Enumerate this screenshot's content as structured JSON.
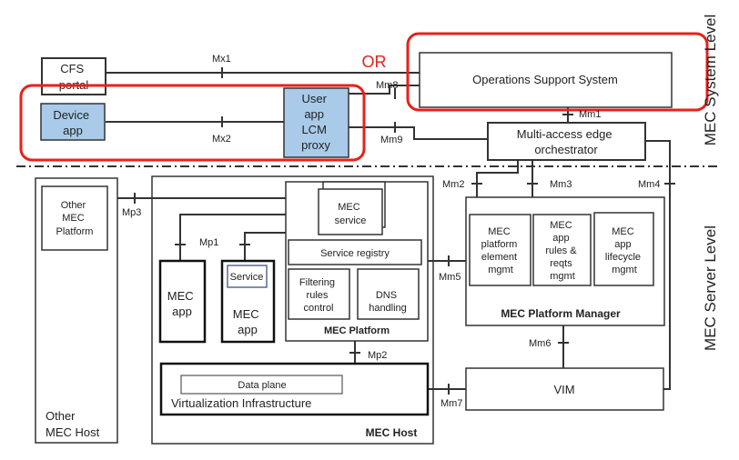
{
  "labels": {
    "cfs_portal": [
      "CFS",
      "portal"
    ],
    "device_app": [
      "Device",
      "app"
    ],
    "user_app_lcm_proxy": [
      "User",
      "app",
      "LCM",
      "proxy"
    ],
    "oss": "Operations Support System",
    "or_label": "OR",
    "meo": [
      "Multi-access edge",
      "orchestrator"
    ],
    "other_mec_platform": [
      "Other",
      "MEC",
      "Platform"
    ],
    "mec_service": [
      "MEC",
      "service"
    ],
    "service_registry": "Service registry",
    "filtering_rules_control": [
      "Filtering",
      "rules",
      "control"
    ],
    "dns_handling": [
      "DNS",
      "handling"
    ],
    "mec_platform": "MEC Platform",
    "mec_app_left": [
      "MEC",
      "app"
    ],
    "service": "Service",
    "mec_app_right": [
      "MEC",
      "app"
    ],
    "data_plane": "Data plane",
    "virtualization_infrastructure": "Virtualization Infrastructure",
    "mec_host": "MEC Host",
    "other_mec_host": [
      "Other",
      "MEC Host"
    ],
    "mepm_platform_element": [
      "MEC",
      "platform",
      "element",
      "mgmt"
    ],
    "mepm_app_rules": [
      "MEC",
      "app",
      "rules &",
      "reqts",
      "mgmt"
    ],
    "mepm_app_lifecycle": [
      "MEC",
      "app",
      "lifecycle",
      "mgmt"
    ],
    "mec_platform_manager": "MEC Platform Manager",
    "vim": "VIM",
    "mec_system_level": "MEC System Level",
    "mec_server_level": "MEC Server Level"
  },
  "reference_points": {
    "mx1": "Mx1",
    "mx2": "Mx2",
    "mm8": "Mm8",
    "mm9": "Mm9",
    "mm1": "Mm1",
    "mm2": "Mm2",
    "mm3": "Mm3",
    "mm4": "Mm4",
    "mp3": "Mp3",
    "mp1": "Mp1",
    "mm5": "Mm5",
    "mp2": "Mp2",
    "mm6": "Mm6",
    "mm7": "Mm7"
  },
  "colors": {
    "highlight_red": "#e8201a",
    "blue_fill": "#a9cbe9",
    "line": "#333333"
  }
}
